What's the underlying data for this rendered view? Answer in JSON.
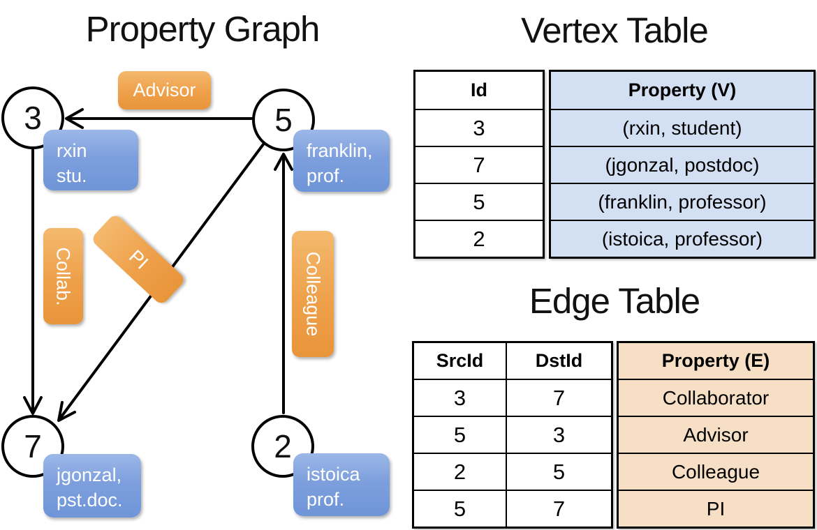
{
  "graph": {
    "title": "Property Graph",
    "nodes": [
      {
        "id": "3",
        "property_lines": [
          "rxin",
          "stu."
        ]
      },
      {
        "id": "5",
        "property_lines": [
          "franklin,",
          "prof."
        ]
      },
      {
        "id": "7",
        "property_lines": [
          "jgonzal,",
          "pst.doc."
        ]
      },
      {
        "id": "2",
        "property_lines": [
          "istoica",
          "prof."
        ]
      }
    ],
    "edge_labels": [
      {
        "name": "advisor",
        "label": "Advisor",
        "from": "5",
        "to": "3"
      },
      {
        "name": "collab",
        "label": "Collab.",
        "from": "3",
        "to": "7"
      },
      {
        "name": "pi",
        "label": "PI",
        "from": "5",
        "to": "7"
      },
      {
        "name": "colleague",
        "label": "Colleague",
        "from": "2",
        "to": "5"
      }
    ]
  },
  "vertex_table": {
    "title": "Vertex Table",
    "headers": {
      "id": "Id",
      "property": "Property (V)"
    },
    "rows": [
      {
        "id": "3",
        "property": "(rxin, student)"
      },
      {
        "id": "7",
        "property": "(jgonzal, postdoc)"
      },
      {
        "id": "5",
        "property": "(franklin, professor)"
      },
      {
        "id": "2",
        "property": "(istoica, professor)"
      }
    ]
  },
  "edge_table": {
    "title": "Edge Table",
    "headers": {
      "src": "SrcId",
      "dst": "DstId",
      "property": "Property (E)"
    },
    "rows": [
      {
        "src": "3",
        "dst": "7",
        "property": "Collaborator"
      },
      {
        "src": "5",
        "dst": "3",
        "property": "Advisor"
      },
      {
        "src": "2",
        "dst": "5",
        "property": "Colleague"
      },
      {
        "src": "5",
        "dst": "7",
        "property": "PI"
      }
    ]
  },
  "colors": {
    "edge_label_orange_top": "#f4b96e",
    "edge_label_orange_bottom": "#e8953a",
    "vertex_label_blue_top": "#9cb8e8",
    "vertex_label_blue_bottom": "#6e95d8",
    "vertex_table_fill": "#d3dff2",
    "edge_table_fill": "#f6dfc5",
    "line_color": "#000000"
  }
}
